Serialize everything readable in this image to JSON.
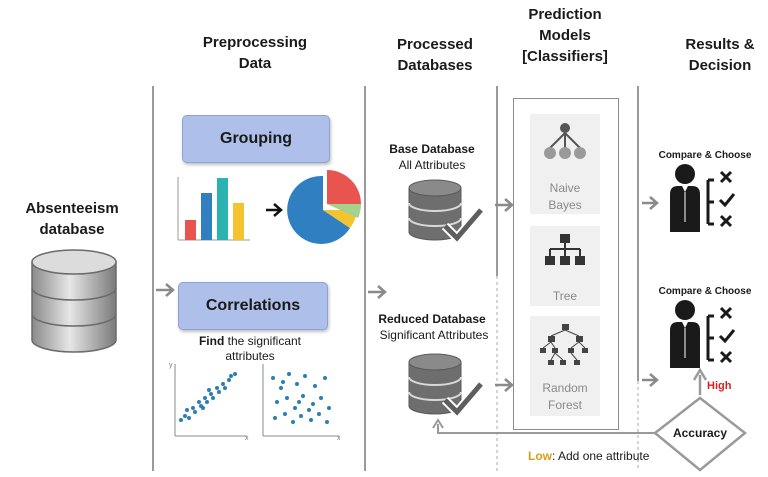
{
  "columns": {
    "preprocessing": "Preprocessing\nData",
    "processed": "Processed\nDatabases",
    "prediction": "Prediction\nModels\n[Classifiers]",
    "results": "Results &\nDecision"
  },
  "source": {
    "title": "Absenteeism\ndatabase"
  },
  "preprocessing": {
    "grouping": "Grouping",
    "correlations": "Correlations",
    "find_bold": "Find",
    "find_rest": " the significant\nattributes",
    "axis_y": "y",
    "axis_x1": "x",
    "axis_x2": "x"
  },
  "databases": {
    "base_title": "Base Database",
    "base_sub": "All Attributes",
    "reduced_title": "Reduced Database",
    "reduced_sub": "Significant Attributes"
  },
  "models": [
    {
      "label": "Naive\nBayes"
    },
    {
      "label": "Tree"
    },
    {
      "label": "Random\nForest"
    }
  ],
  "results": {
    "compare1": "Compare & Choose",
    "compare2": "Compare & Choose",
    "high": "High",
    "accuracy": "Accuracy",
    "low": "Low",
    "low_rest": ": Add one attribute"
  },
  "colors": {
    "button": "#aebfe9",
    "high": "#d62020",
    "low": "#d4a017",
    "bar_red": "#e8554e",
    "bar_blue": "#2f7fc1",
    "bar_teal": "#2bb3b3",
    "bar_green": "#7ac143",
    "bar_yellow": "#f4c430",
    "scatter": "#2b7fb5"
  },
  "icons": [
    "database-icon",
    "bar-chart-icon",
    "pie-chart-icon",
    "scatter-plot-icon",
    "checked-database-icon",
    "hierarchy-icon",
    "tree-icon",
    "forest-icon",
    "decision-person-icon",
    "arrow-icon"
  ]
}
